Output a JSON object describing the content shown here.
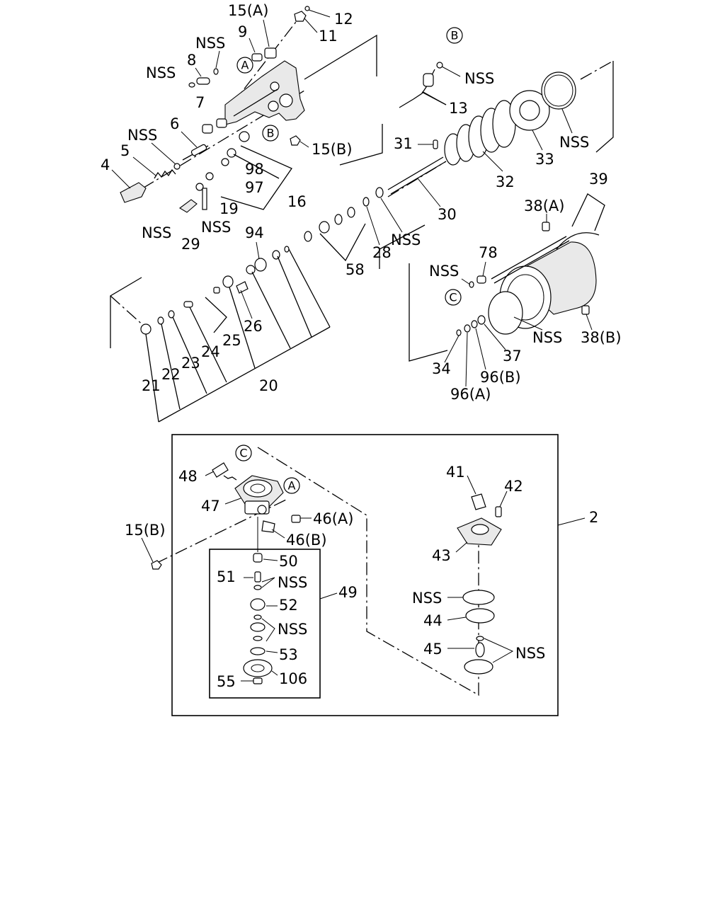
{
  "diagram": {
    "callouts": {
      "l_15a": "15(A)",
      "l_12": "12",
      "l_11": "11",
      "l_9": "9",
      "l_nss_top": "NSS",
      "l_8": "8",
      "l_nss_8": "NSS",
      "l_7": "7",
      "l_nss_6": "NSS",
      "l_6": "6",
      "l_5": "5",
      "l_4": "4",
      "l_15b_top": "15(B)",
      "l_98": "98",
      "l_97": "97",
      "l_16": "16",
      "l_19": "19",
      "l_nss_19": "NSS",
      "l_nss_29": "NSS",
      "l_29": "29",
      "l_nss_b": "NSS",
      "l_13": "13",
      "l_31": "31",
      "l_32": "32",
      "l_33": "33",
      "l_nss_33": "NSS",
      "l_30": "30",
      "l_nss_28": "NSS",
      "l_28": "28",
      "l_58": "58",
      "l_94": "94",
      "l_39": "39",
      "l_38a": "38(A)",
      "l_78": "78",
      "l_nss_78": "NSS",
      "l_nss_37": "NSS",
      "l_38b": "38(B)",
      "l_37": "37",
      "l_34": "34",
      "l_96b": "96(B)",
      "l_96a": "96(A)",
      "l_26": "26",
      "l_25": "25",
      "l_24": "24",
      "l_23": "23",
      "l_22": "22",
      "l_21": "21",
      "l_20": "20",
      "l_48": "48",
      "l_47": "47",
      "l_46a": "46(A)",
      "l_46b": "46(B)",
      "l_15b_low": "15(B)",
      "l_50": "50",
      "l_51": "51",
      "l_nss_51": "NSS",
      "l_52": "52",
      "l_nss_52": "NSS",
      "l_49": "49",
      "l_53": "53",
      "l_55": "55",
      "l_106": "106",
      "l_41": "41",
      "l_42": "42",
      "l_43": "43",
      "l_2": "2",
      "l_nss_44": "NSS",
      "l_44": "44",
      "l_45": "45",
      "l_nss_45": "NSS"
    },
    "circled": {
      "a1": "A",
      "b1": "B",
      "b2": "B",
      "c1": "C",
      "c2": "C",
      "a2": "A"
    }
  }
}
